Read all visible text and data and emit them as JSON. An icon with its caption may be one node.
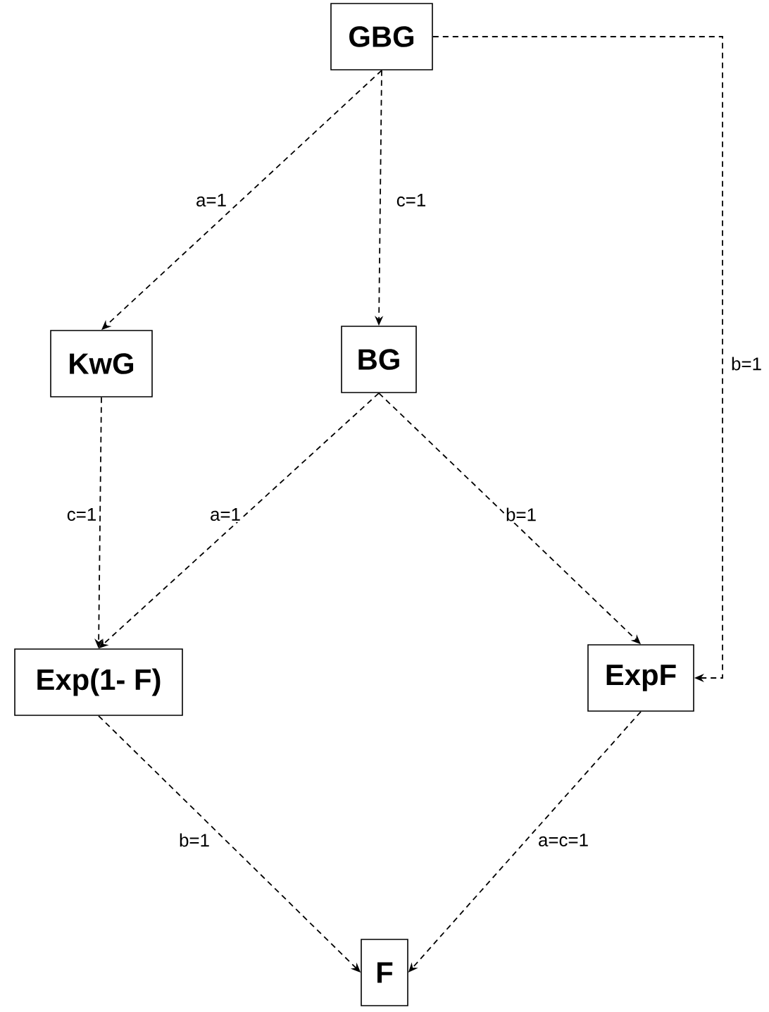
{
  "diagram": {
    "nodes": [
      {
        "text": [
          "GBG"
        ]
      },
      {
        "text": [
          "KwG"
        ]
      },
      {
        "text": [
          "BG"
        ]
      },
      {
        "text": [
          "Exp(1- F)"
        ]
      },
      {
        "text": [
          "ExpF"
        ]
      },
      {
        "text": [
          "F"
        ]
      }
    ],
    "edges": [
      {
        "from": 0,
        "to": 1,
        "arrow": "to",
        "label": "a=1",
        "style": "dashed"
      },
      {
        "from": 0,
        "to": 2,
        "arrow": "to",
        "label": "c=1",
        "style": "dashed"
      },
      {
        "from": 0,
        "to": 4,
        "arrow": "to",
        "label": "b=1",
        "style": "dashed"
      },
      {
        "from": 1,
        "to": 3,
        "arrow": "to",
        "label": "c=1",
        "style": "dashed"
      },
      {
        "from": 2,
        "to": 3,
        "arrow": "to",
        "label": "a=1",
        "style": "dashed"
      },
      {
        "from": 2,
        "to": 4,
        "arrow": "to",
        "label": "b=1",
        "style": "dashed"
      },
      {
        "from": 3,
        "to": 5,
        "arrow": "to",
        "label": "b=1",
        "style": "dashed"
      },
      {
        "from": 4,
        "to": 5,
        "arrow": "to",
        "label": "a=c=1",
        "style": "dashed"
      }
    ]
  }
}
